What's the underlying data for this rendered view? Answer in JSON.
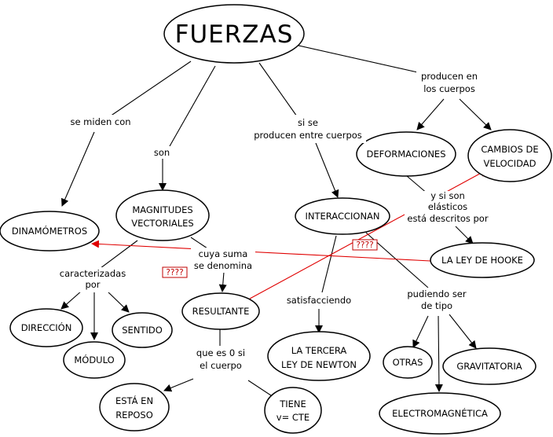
{
  "title": "FUERZAS",
  "nodes": {
    "dinamometros": "DINAMÓMETROS",
    "magnitudes": [
      "MAGNITUDES",
      "VECTORIALES"
    ],
    "interaccionan": "INTERACCIONAN",
    "deformaciones": "DEFORMACIONES",
    "cambios": [
      "CAMBIOS DE",
      "VELOCIDAD"
    ],
    "ley_hooke": "LA LEY DE HOOKE",
    "direccion": "DIRECCIÓN",
    "modulo": "MÓDULO",
    "sentido": "SENTIDO",
    "resultante": "RESULTANTE",
    "tercera_ley": [
      "LA TERCERA",
      "LEY DE NEWTON"
    ],
    "otras": "OTRAS",
    "gravitatoria": "GRAVITATORIA",
    "electromagnetica": "ELECTROMAGNÉTICA",
    "reposo": [
      "ESTÁ EN",
      "REPOSO"
    ],
    "tiene": [
      "TIENE",
      "v= CTE"
    ]
  },
  "links": {
    "se_miden_con": "se miden con",
    "son": "son",
    "si_se_producen": [
      "si se",
      "producen entre cuerpos"
    ],
    "producen_en": [
      "producen en",
      "los cuerpos"
    ],
    "si_son_elasticos": [
      "y si son",
      "elásticos",
      "está descritos por"
    ],
    "caracterizadas": [
      "caracterizadas",
      "por"
    ],
    "cuya_suma": [
      "cuya suma",
      "se denomina"
    ],
    "satisfacciendo": "satisfacciendo",
    "pudiendo_ser": [
      "pudiendo ser",
      "de tipo"
    ],
    "que_es_0": [
      "que es 0 si",
      "el cuerpo"
    ]
  },
  "unknown_marks": [
    "????",
    "????"
  ],
  "colors": {
    "line": "#000000",
    "red_link": "#e00000",
    "unknown_box": "#c00000"
  }
}
